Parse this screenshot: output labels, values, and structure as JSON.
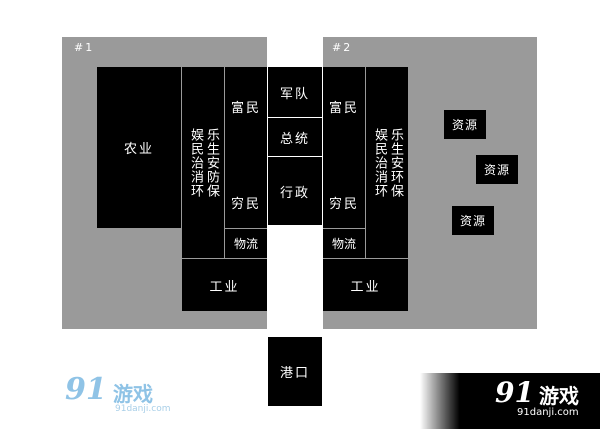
{
  "zone1": {
    "label": "#1",
    "farm": "农业",
    "rich": "富民",
    "poor": "穷民",
    "logistics": "物流",
    "industry": "工业",
    "happy_cols": [
      "乐生安防保",
      "娱民治消环"
    ]
  },
  "core": {
    "army": "军队",
    "president": "总统",
    "admin": "行政",
    "port": "港口"
  },
  "zone2": {
    "label": "#2",
    "rich": "富民",
    "poor": "穷民",
    "logistics": "物流",
    "industry": "工业",
    "happy_cols": [
      "乐生安环保",
      "娱民治消环"
    ]
  },
  "resources": [
    "资源",
    "资源",
    "资源"
  ],
  "watermark": {
    "num": "91",
    "text": "游戏",
    "domain": "91danji.com"
  },
  "colors": {
    "panel": "#9a9a9a",
    "block": "#000000",
    "logo_left": "#8fc3e6",
    "logo_right": "#ffffff"
  }
}
